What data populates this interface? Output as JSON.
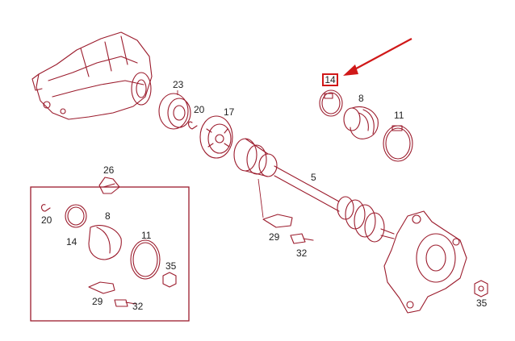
{
  "diagram": {
    "callouts": {
      "c23": "23",
      "c20a": "20",
      "c17": "17",
      "c14_highlight": "14",
      "c8a": "8",
      "c11a": "11",
      "c5": "5",
      "c26": "26",
      "c20b": "20",
      "c8b": "8",
      "c14b": "14",
      "c11b": "11",
      "c35a": "35",
      "c29a": "29",
      "c32a": "32",
      "c29b": "29",
      "c32b": "32",
      "c35b": "35"
    },
    "colors": {
      "line_art": "#9b1b2c",
      "highlight": "#d01818",
      "arrow": "#d01818"
    }
  }
}
